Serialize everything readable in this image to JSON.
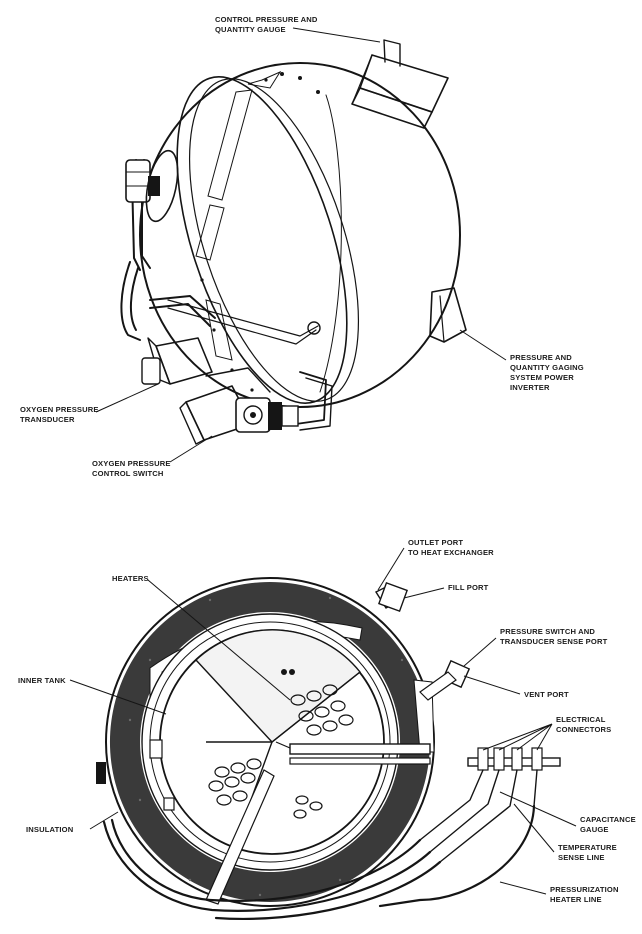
{
  "top_view": {
    "labels": {
      "control_gauge": [
        "CONTROL PRESSURE AND",
        "QUANTITY GAUGE"
      ],
      "power_inverter": [
        "PRESSURE AND",
        "QUANTITY GAGING",
        "SYSTEM POWER",
        "INVERTER"
      ],
      "pressure_transducer": [
        "OXYGEN PRESSURE",
        "TRANSDUCER"
      ],
      "control_switch": [
        "OXYGEN PRESSURE",
        "CONTROL SWITCH"
      ]
    }
  },
  "cutaway_view": {
    "labels": {
      "outlet_port": [
        "OUTLET PORT",
        "TO HEAT EXCHANGER"
      ],
      "fill_port": [
        "FILL PORT"
      ],
      "heaters": [
        "HEATERS"
      ],
      "pressure_switch": [
        "PRESSURE SWITCH AND",
        "TRANSDUCER SENSE PORT"
      ],
      "inner_tank": [
        "INNER TANK"
      ],
      "vent_port": [
        "VENT PORT"
      ],
      "electrical_connectors": [
        "ELECTRICAL",
        "CONNECTORS"
      ],
      "insulation": [
        "INSULATION"
      ],
      "capacitance_gauge": [
        "CAPACITANCE",
        "GAUGE"
      ],
      "temperature_sense_line": [
        "TEMPERATURE",
        "SENSE LINE"
      ],
      "pressurization_heater_line": [
        "PRESSURIZATION",
        "HEATER LINE"
      ]
    }
  },
  "colors": {
    "ink": "#151515",
    "insulation": "#3a3a3a",
    "paper": "#ffffff"
  }
}
